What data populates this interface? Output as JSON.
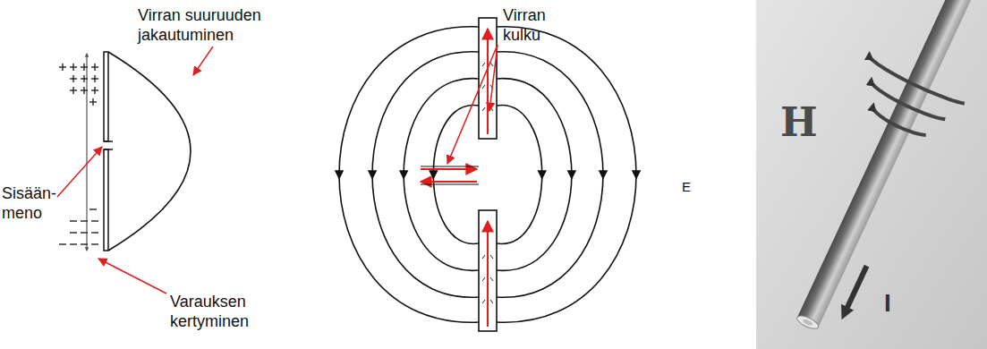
{
  "diagram": {
    "labels": [
      "Virran suuruuden jakautuminen",
      "Virran kulku",
      "Sisään- meno",
      "Varauksen kertyminen",
      "E",
      "H",
      "I"
    ]
  }
}
